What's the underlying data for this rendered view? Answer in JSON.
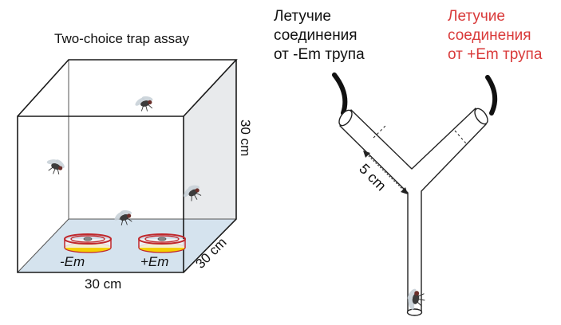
{
  "title": "Two-choice trap assay",
  "cage": {
    "height_label": "30 cm",
    "depth_label": "30 cm",
    "width_label": "30 cm",
    "trap_left_label": "-Em",
    "trap_right_label": "+Em"
  },
  "ymaze": {
    "left_arm_label": [
      "Летучие",
      "соединения",
      "от -Em трупа"
    ],
    "right_arm_label": [
      "Летучие",
      "соединения",
      "от +Em трупа"
    ],
    "arm_length_label": "5 cm"
  },
  "colors": {
    "accent_red": "#d93a3a",
    "trap_red": "#c0282c",
    "trap_yellow": "#f5d000",
    "floor_blue": "#d5e3ee",
    "side_gray": "#e8eaec"
  }
}
